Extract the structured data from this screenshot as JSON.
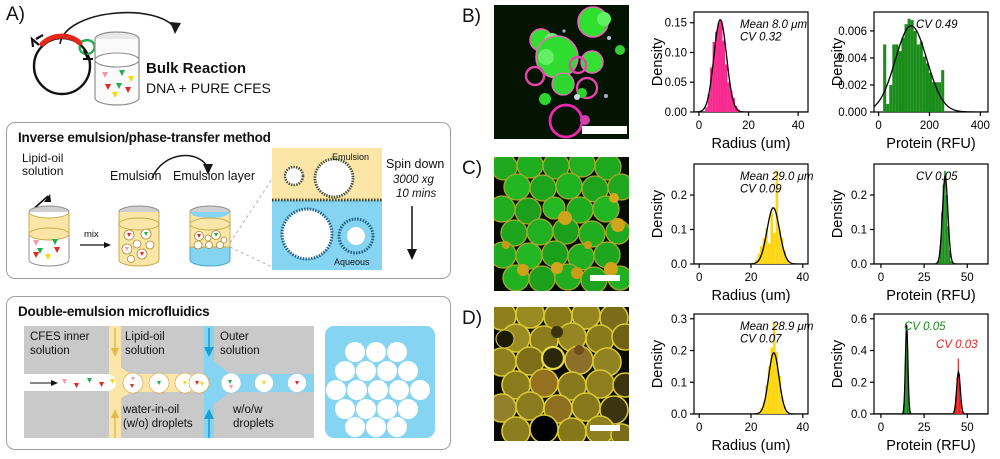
{
  "panels": {
    "a": {
      "letter": "A)",
      "bulk": {
        "title": "Bulk Reaction",
        "subtitle": "DNA + PURE CFES"
      },
      "emulsion_box": {
        "title": "Inverse emulsion/phase-transfer method",
        "labels": {
          "lipid_oil": "Lipid-oil\nsolution",
          "emulsion": "Emulsion",
          "emulsion_layer": "Emulsion layer",
          "mix": "mix",
          "inset_top": "Emulsion",
          "inset_bottom": "Aqueous",
          "spin_title": "Spin down",
          "spin_speed": "3000 xg",
          "spin_time": "10 mins"
        }
      },
      "microfluidics_box": {
        "title": "Double-emulsion microfluidics",
        "labels": {
          "inner": "CFES inner\nsolution",
          "lipid_oil": "Lipid-oil\nsolution",
          "outer": "Outer\nsolution",
          "wo": "water-in-oil\n(w/o) droplets",
          "wow": "w/o/w\ndroplets"
        }
      }
    },
    "b": {
      "letter": "B)",
      "scalebar": true
    },
    "c": {
      "letter": "C)",
      "scalebar": true
    },
    "d": {
      "letter": "D)",
      "scalebar": true
    }
  },
  "colors": {
    "pink": "#f62a8f",
    "green": "#1a8c1a",
    "yellow": "#fcd612",
    "red": "#ee1c1c",
    "dark_green_text": "#1a8c1a",
    "red_text": "#ee1c1c",
    "curve": "#000000",
    "oil_yellow": "#fbe6a8",
    "aqueous_blue": "#85d4f2",
    "chip_gray": "#c9c9c9",
    "plasmid_red": "#e8261c",
    "plasmid_green": "#1fae4b"
  },
  "chart_data": [
    {
      "id": "b-radius",
      "type": "bar",
      "title": "",
      "xlabel": "Radius (um)",
      "ylabel": "Density",
      "annotation": "Mean 8.0 μm\nCV 0.32",
      "annotation_lines": [
        "Mean 8.0 μm",
        "CV 0.32"
      ],
      "color": "#f62a8f",
      "xlim": [
        -2,
        44
      ],
      "ylim": [
        0,
        0.168
      ],
      "xticks": [
        0,
        20,
        40
      ],
      "xticklabels": [
        "0",
        "20",
        "40"
      ],
      "yticks": [
        0.0,
        0.05,
        0.1,
        0.15
      ],
      "yticklabels": [
        "0.00",
        "0.05",
        "0.10",
        "0.15"
      ],
      "bin_width": 1.0,
      "x": [
        3,
        4,
        5,
        6,
        7,
        8,
        9,
        10,
        11,
        12,
        13,
        14,
        15,
        16,
        17
      ],
      "values": [
        0.008,
        0.03,
        0.075,
        0.118,
        0.135,
        0.15,
        0.153,
        0.12,
        0.08,
        0.05,
        0.036,
        0.024,
        0.01,
        0.004,
        0.001
      ],
      "curve": {
        "type": "gaussian",
        "mean": 8.6,
        "sd": 2.55,
        "peak": 0.155
      }
    },
    {
      "id": "b-protein",
      "type": "bar",
      "title": "",
      "xlabel": "Protein (RFU)",
      "ylabel": "Density",
      "annotation": "CV 0.49",
      "annotation_lines": [
        "CV 0.49"
      ],
      "color": "#1a8c1a",
      "xlim": [
        -18,
        430
      ],
      "ylim": [
        0,
        0.0074
      ],
      "xticks": [
        0,
        200,
        400
      ],
      "xticklabels": [
        "0",
        "200",
        "400"
      ],
      "yticks": [
        0.0,
        0.002,
        0.004,
        0.006
      ],
      "yticklabels": [
        "0.000",
        "0.002",
        "0.004",
        "0.006"
      ],
      "bin_width": 12,
      "x": [
        24,
        36,
        48,
        60,
        72,
        84,
        96,
        108,
        120,
        132,
        144,
        156,
        168,
        180,
        192,
        204,
        216,
        228,
        240,
        252
      ],
      "values": [
        0.005,
        0.0006,
        0.002,
        0.005,
        0.005,
        0.0045,
        0.0055,
        0.0065,
        0.0069,
        0.0068,
        0.006,
        0.005,
        0.0052,
        0.0041,
        0.0036,
        0.0029,
        0.0022,
        0.0022,
        0.0022,
        0.0031
      ],
      "curve": {
        "type": "gaussian",
        "mean": 128,
        "sd": 62,
        "peak": 0.00638
      }
    },
    {
      "id": "c-radius",
      "type": "bar",
      "title": "",
      "xlabel": "Radius (um)",
      "ylabel": "Density",
      "annotation": "Mean 29.0 μm\nCV 0.09",
      "annotation_lines": [
        "Mean 29.0 μm",
        "CV 0.09"
      ],
      "color": "#fcd612",
      "xlim": [
        -2,
        42
      ],
      "ylim": [
        0,
        0.29
      ],
      "xticks": [
        0,
        20,
        40
      ],
      "xticklabels": [
        "0",
        "20",
        "40"
      ],
      "yticks": [
        0.0,
        0.1,
        0.2
      ],
      "yticklabels": [
        "0.0",
        "0.1",
        "0.2"
      ],
      "bin_width": 1.0,
      "x": [
        21,
        22,
        23,
        24,
        25,
        26,
        27,
        28,
        29,
        30,
        31,
        32,
        33,
        34,
        35
      ],
      "values": [
        0.004,
        0.012,
        0.03,
        0.052,
        0.075,
        0.105,
        0.06,
        0.15,
        0.09,
        0.27,
        0.1,
        0.075,
        0.04,
        0.012,
        0.004
      ],
      "curve": {
        "type": "gaussian",
        "mean": 28.6,
        "sd": 2.4,
        "peak": 0.163
      }
    },
    {
      "id": "c-protein",
      "type": "bar",
      "title": "",
      "xlabel": "Protein (RFU)",
      "ylabel": "Density",
      "annotation": "CV 0.05",
      "annotation_lines": [
        "CV 0.05"
      ],
      "color": "#1a8c1a",
      "xlim": [
        -4,
        62
      ],
      "ylim": [
        0,
        0.29
      ],
      "xticks": [
        0,
        25,
        50
      ],
      "xticklabels": [
        "0",
        "25",
        "50"
      ],
      "yticks": [
        0.0,
        0.1,
        0.2
      ],
      "yticklabels": [
        "0.0",
        "0.1",
        "0.2"
      ],
      "bin_width": 0.9,
      "x": [
        33.5,
        34.4,
        35.3,
        36.2,
        37.1,
        38.0,
        38.9,
        39.8,
        40.7
      ],
      "values": [
        0.01,
        0.05,
        0.15,
        0.23,
        0.27,
        0.2,
        0.11,
        0.04,
        0.008
      ],
      "curve": {
        "type": "gaussian",
        "mean": 37.2,
        "sd": 1.55,
        "peak": 0.255
      }
    },
    {
      "id": "d-radius",
      "type": "bar",
      "title": "",
      "xlabel": "Radius (um)",
      "ylabel": "Density",
      "annotation": "Mean 28.9 μm\nCV 0.07",
      "annotation_lines": [
        "Mean 28.9 μm",
        "CV 0.07"
      ],
      "color": "#fcd612",
      "xlim": [
        -2,
        42
      ],
      "ylim": [
        0,
        0.315
      ],
      "xticks": [
        0,
        20,
        40
      ],
      "xticklabels": [
        "0",
        "20",
        "40"
      ],
      "yticks": [
        0.0,
        0.1,
        0.2,
        0.3
      ],
      "yticklabels": [
        "0.0",
        "0.1",
        "0.2",
        "0.3"
      ],
      "bin_width": 1.0,
      "x": [
        23,
        24,
        25,
        26,
        27,
        28,
        29,
        30,
        31,
        32,
        33,
        34
      ],
      "values": [
        0.006,
        0.018,
        0.04,
        0.09,
        0.15,
        0.21,
        0.29,
        0.195,
        0.12,
        0.055,
        0.022,
        0.006
      ],
      "curve": {
        "type": "gaussian",
        "mean": 28.8,
        "sd": 2.0,
        "peak": 0.193
      }
    },
    {
      "id": "d-protein",
      "type": "bar",
      "title": "",
      "xlabel": "Protein (RFU)",
      "ylabel": "Density",
      "annotation": "",
      "annotation_lines": [],
      "xlim": [
        -4,
        62
      ],
      "ylim": [
        0,
        0.63
      ],
      "xticks": [
        0,
        25,
        50
      ],
      "xticklabels": [
        "0",
        "25",
        "50"
      ],
      "yticks": [
        0.0,
        0.2,
        0.4,
        0.6
      ],
      "yticklabels": [
        "0.0",
        "0.2",
        "0.4",
        "0.6"
      ],
      "bin_width": 0.7,
      "series": [
        {
          "name": "green",
          "label": "CV 0.05",
          "color": "#1a8c1a",
          "x": [
            13.3,
            14.0,
            14.7,
            15.4,
            16.1,
            16.8
          ],
          "values": [
            0.06,
            0.3,
            0.575,
            0.4,
            0.12,
            0.02
          ],
          "curve": {
            "type": "gaussian",
            "mean": 14.9,
            "sd": 0.72,
            "peak": 0.56
          }
        },
        {
          "name": "red",
          "label": "CV 0.03",
          "color": "#ee1c1c",
          "x": [
            42.7,
            43.4,
            44.1,
            44.8,
            45.5,
            46.2,
            46.9
          ],
          "values": [
            0.03,
            0.11,
            0.23,
            0.35,
            0.25,
            0.09,
            0.02
          ],
          "curve": {
            "type": "gaussian",
            "mean": 44.9,
            "sd": 1.05,
            "peak": 0.265
          }
        }
      ]
    }
  ]
}
